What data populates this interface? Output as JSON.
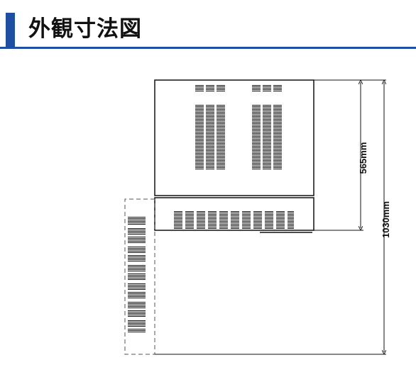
{
  "header": {
    "title": "外観寸法図",
    "accent_color": "#1f4fa3"
  },
  "dimensions": {
    "upper": "565mm",
    "total": "1030mm"
  }
}
